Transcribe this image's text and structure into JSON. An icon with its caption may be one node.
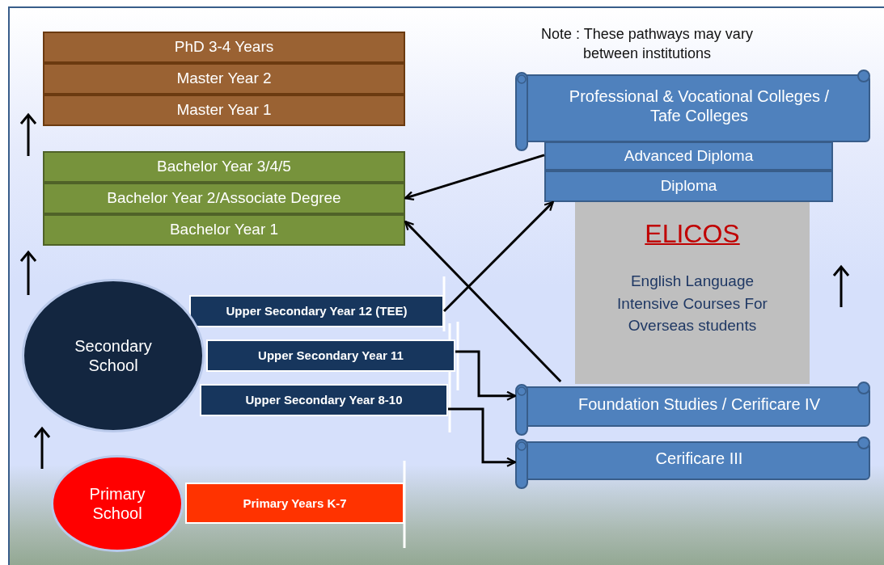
{
  "diagram": {
    "nodes": [
      {
        "text": [
          "PhD 3-4 Years"
        ]
      },
      {
        "text": [
          "Master Year 2"
        ]
      },
      {
        "text": [
          "Master Year 1"
        ]
      },
      {
        "text": [
          "Bachelor Year 3/4/5"
        ]
      },
      {
        "text": [
          "Bachelor Year 2/Associate Degree"
        ]
      },
      {
        "text": [
          "Bachelor Year 1"
        ]
      },
      {
        "text": [
          "Professional & Vocational Colleges / Tafe Colleges"
        ]
      },
      {
        "text": [
          "Advanced Diploma"
        ]
      },
      {
        "text": [
          "Diploma"
        ]
      },
      {
        "text": [
          "ELICOS",
          "English Language Intensive Courses For Overseas students"
        ]
      },
      {
        "text": [
          "Secondary School"
        ]
      },
      {
        "text": [
          "Upper Secondary Year 12 (TEE)"
        ]
      },
      {
        "text": [
          "Upper Secondary Year 11"
        ]
      },
      {
        "text": [
          "Upper Secondary Year 8-10"
        ]
      },
      {
        "text": [
          "Foundation Studies / Cerificare IV"
        ]
      },
      {
        "text": [
          "Cerificare III"
        ]
      },
      {
        "text": [
          "Primary School"
        ]
      },
      {
        "text": [
          "Primary Years K-7"
        ]
      }
    ],
    "edges": [
      {
        "from": 7,
        "to": 4,
        "arrow": "to"
      },
      {
        "from": 11,
        "to": 8,
        "arrow": "to"
      },
      {
        "from": 14,
        "to": 5,
        "arrow": "to"
      },
      {
        "from": 12,
        "to": 14,
        "arrow": "to"
      },
      {
        "from": 13,
        "to": 15,
        "arrow": "to"
      }
    ],
    "labels": [
      "Note : These pathways may vary between institutions"
    ]
  }
}
